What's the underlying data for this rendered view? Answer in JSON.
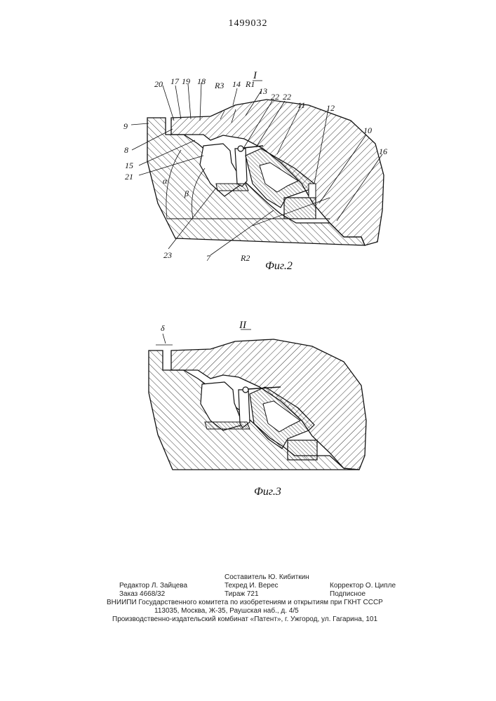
{
  "patent_number": "1499032",
  "figure2": {
    "section_label": "I",
    "caption": "Фиг.2",
    "callouts": [
      "20",
      "17",
      "19",
      "18",
      "R3",
      "14",
      "R1",
      "13",
      "22",
      "22",
      "11",
      "12",
      "10",
      "16",
      "9",
      "8",
      "15",
      "21",
      "α",
      "β",
      "23",
      "7",
      "R2"
    ]
  },
  "figure3": {
    "section_label": "II",
    "caption": "Фиг.3",
    "gap_label": "δ"
  },
  "colophon": {
    "compiler": "Составитель Ю. Кибиткин",
    "editor": "Редактор Л. Зайцева",
    "techred": "Техред И. Верес",
    "corrector": "Корректор О. Ципле",
    "order": "Заказ 4668/32",
    "circulation": "Тираж 721",
    "subscription": "Подписное",
    "line1": "ВНИИПИ Государственного комитета по изобретениям и открытиям при ГКНТ СССР",
    "line2": "113035, Москва, Ж-35, Раушская наб., д. 4/5",
    "line3": "Производственно-издательский комбинат «Патент», г. Ужгород, ул. Гагарина, 101"
  }
}
